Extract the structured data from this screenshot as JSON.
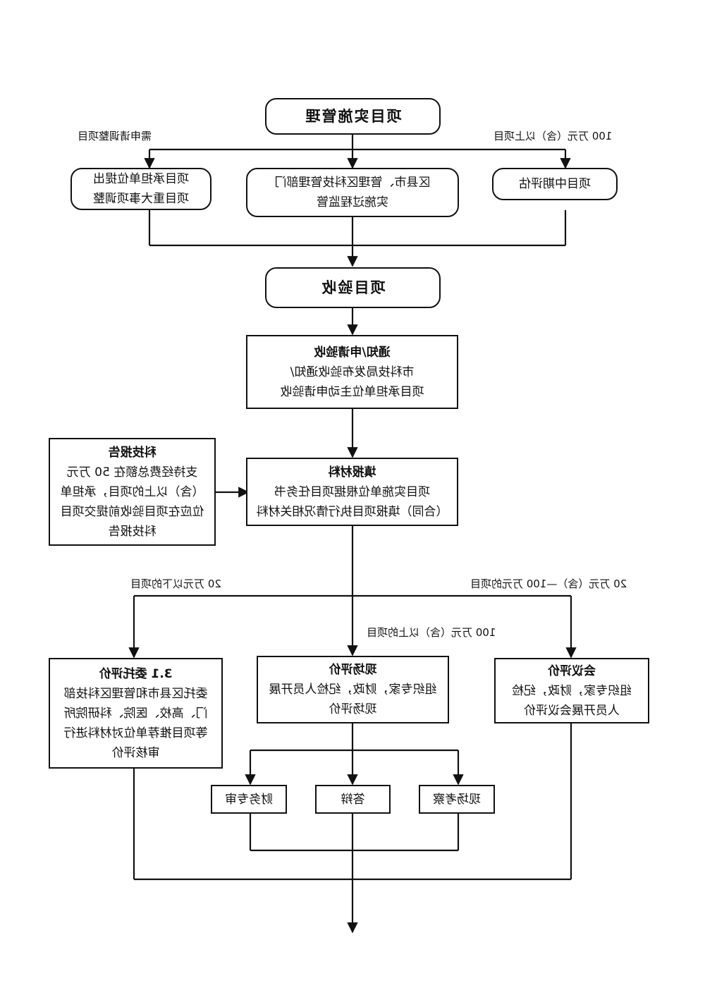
{
  "stage1": {
    "title": "项目实施管理"
  },
  "top_branch_labels": {
    "left": "100 万元（含）以上项目",
    "right": "需申请调整项目"
  },
  "row1": {
    "midterm": "项目中期评估",
    "supervision_line1": "区县市、管理区科技管理部门",
    "supervision_line2": "实施过程监管",
    "adjust_line1": "项目承担单位提出",
    "adjust_line2": "项目重大事项调整"
  },
  "stage2": {
    "title": "项目验收"
  },
  "notice": {
    "heading": "通知/申请验收",
    "line1": "市科技局发布验收通知/",
    "line2": "项目承担单位主动申请验收"
  },
  "materials": {
    "heading": "填报材料",
    "line1": "项目实施单位根据项目任务书",
    "line2": "（合同）填报项目执行情况相关材料"
  },
  "tech_report": {
    "heading": "科技报告",
    "line1": "支持经费总额在 50 万元",
    "line2": "（含）以上的项目，承担单",
    "line3": "位应在项目验收前提交项目",
    "line4": "科技报告"
  },
  "eval_branch_labels": {
    "left": "20 万元（含）—100 万元的项目",
    "right": "20 万元以下的项目",
    "middle": "100 万元（含）以上的项目"
  },
  "meeting_eval": {
    "heading": "会议评价",
    "line1": "组织专家，财政，纪检",
    "line2": "人员开展会议评价"
  },
  "site_eval": {
    "heading": "现场评价",
    "line1": "组织专家，财政，纪检人员开展",
    "line2": "现场评价"
  },
  "entrusted_eval": {
    "heading": "3.1 委托评价",
    "line1": "委托区县市和管理区科技部",
    "line2": "门、高校、医院、科研院所",
    "line3": "等项目推荐单位对材料进行",
    "line4": "审核评价"
  },
  "site_subitems": {
    "inspection": "现场考察",
    "defense": "答辩",
    "financial_audit": "财务专审"
  }
}
